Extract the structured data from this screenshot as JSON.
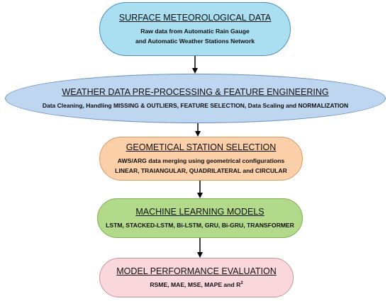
{
  "nodes": [
    {
      "title": "SURFACE METEOROLOGICAL DATA",
      "lines": [
        "Raw data from Automatic Rain Gauge",
        "and Automatic Weather Stations Network"
      ]
    },
    {
      "title": "WEATHER DATA PRE-PROCESSING & FEATURE ENGINEERING",
      "lines": [
        "Data Cleaning, Handling MISSING & OUTLIERS, FEATURE SELECTION, Data Scaling and NORMALIZATION"
      ]
    },
    {
      "title": "GEOMETICAL STATION SELECTION",
      "lines": [
        "AWS/ARG data merging using geometrical configurations",
        "LINEAR, TRAIANGULAR, QUADRILATERAL and CIRCULAR"
      ]
    },
    {
      "title": "MACHINE LEARNING MODELS",
      "lines": [
        "LSTM, STACKED-LSTM, Bi-LSTM, GRU, Bi-GRU, TRANSFORMER"
      ]
    },
    {
      "title": "MODEL PERFORMANCE EVALUATION",
      "lines": [
        "RSME, MAE, MSE, MAPE and R"
      ],
      "superscript": "2"
    }
  ],
  "colors": {
    "node_1_fill": "#a9dff0",
    "node_2_fill": "#bfd6f0",
    "node_3_fill": "#fbcfa7",
    "node_4_fill": "#b3d98a",
    "node_5_fill": "#f9d7dd",
    "arrow": "#000000"
  }
}
